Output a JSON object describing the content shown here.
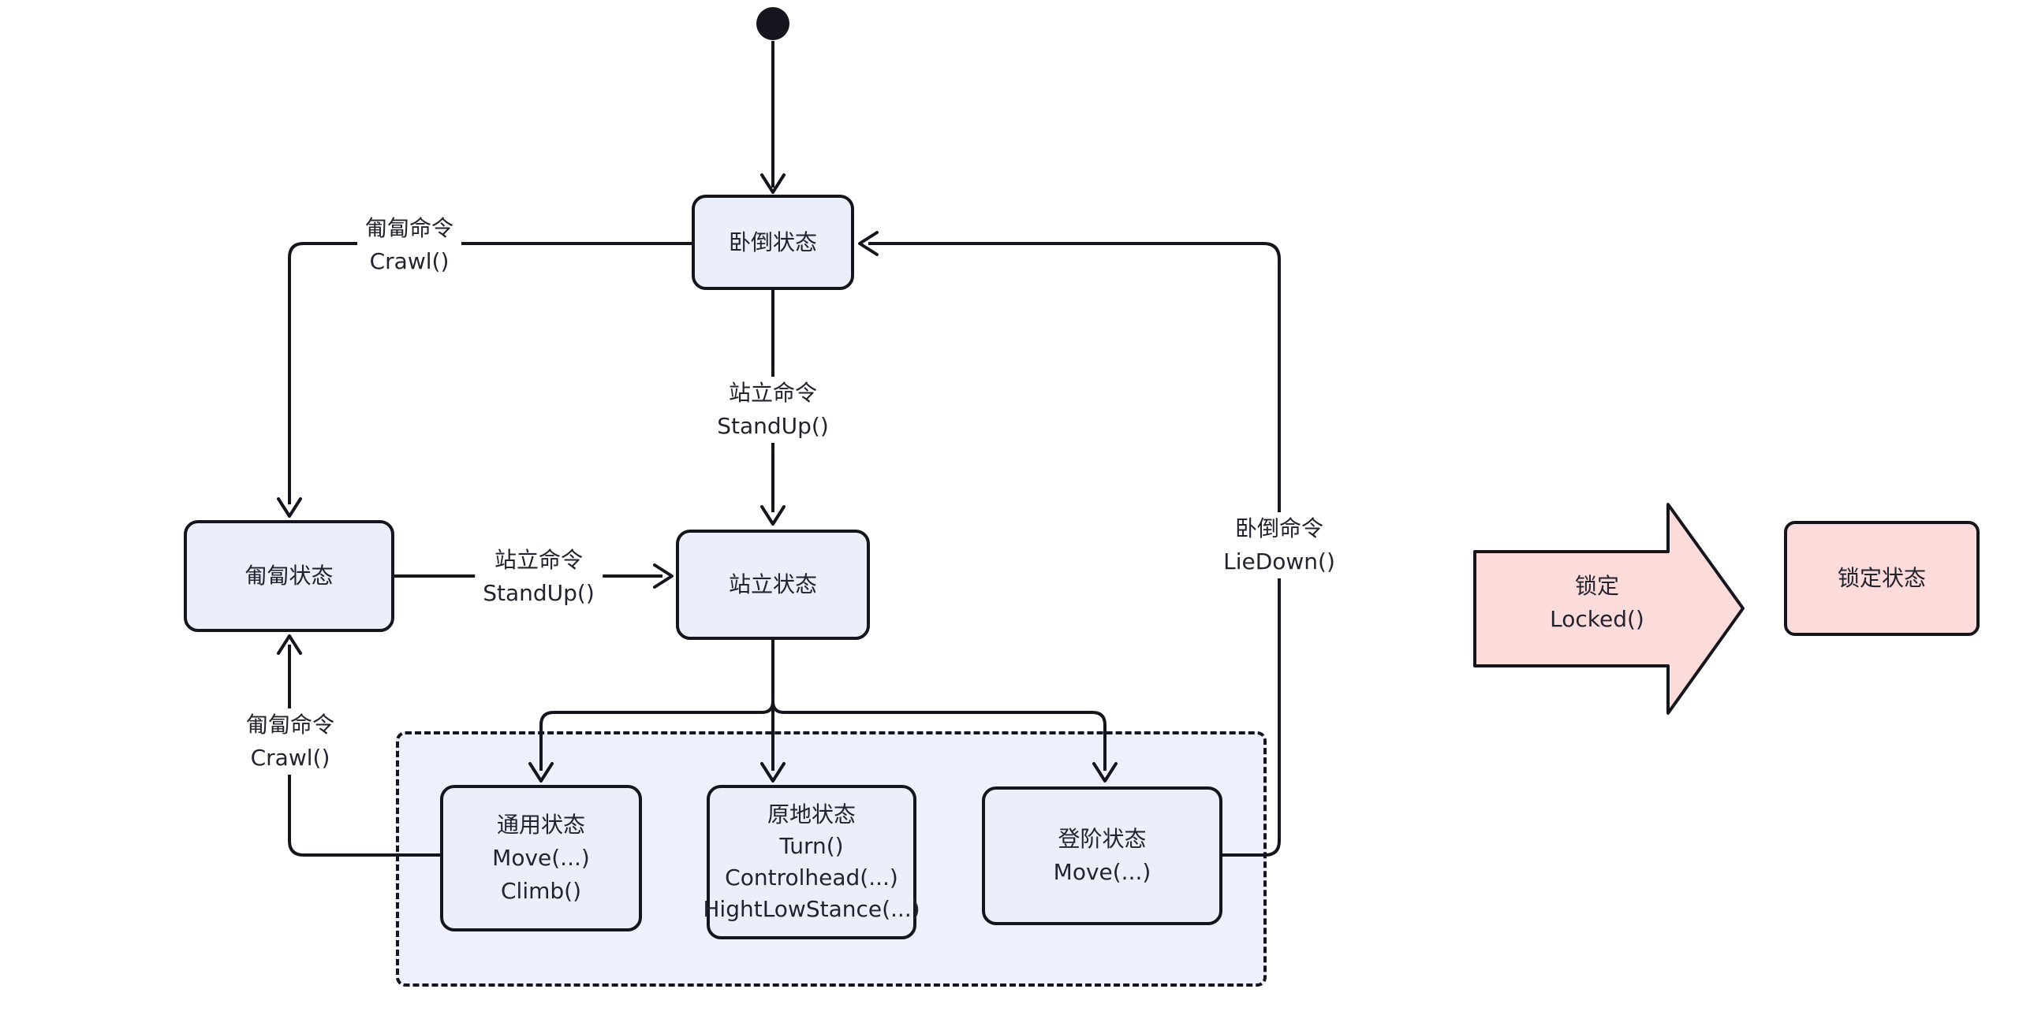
{
  "diagram_type": "uml-state-machine",
  "colors": {
    "line": "#15151e",
    "state_fill": "#eaeffa",
    "container_fill": "#eef1fb",
    "locked_fill": "#fcdbdb",
    "label_text": "#23232e",
    "canvas_bg": "#ffffff"
  },
  "states": {
    "lie_down": {
      "label": "卧倒状态"
    },
    "crawl": {
      "label": "匍匐状态"
    },
    "stand": {
      "label": "站立状态"
    },
    "general": {
      "lines": [
        "通用状态",
        "Move(...)",
        "Climb()"
      ]
    },
    "in_place": {
      "lines": [
        "原地状态",
        "Turn()",
        "Controlhead(...)",
        "HightLowStance(...)"
      ]
    },
    "stairs": {
      "lines": [
        "登阶状态",
        "Move(...)"
      ]
    },
    "locked": {
      "label": "锁定状态"
    }
  },
  "transitions": {
    "crawl_top": {
      "lines": [
        "匍匐命令",
        "Crawl()"
      ]
    },
    "standup_vertical": {
      "lines": [
        "站立命令",
        "StandUp()"
      ]
    },
    "standup_horizontal": {
      "lines": [
        "站立命令",
        "StandUp()"
      ]
    },
    "lie_down_return": {
      "lines": [
        "卧倒命令",
        "LieDown()"
      ]
    },
    "crawl_bottom": {
      "lines": [
        "匍匐命令",
        "Crawl()"
      ]
    },
    "locked_arrow": {
      "lines": [
        "锁定",
        "Locked()"
      ]
    }
  }
}
